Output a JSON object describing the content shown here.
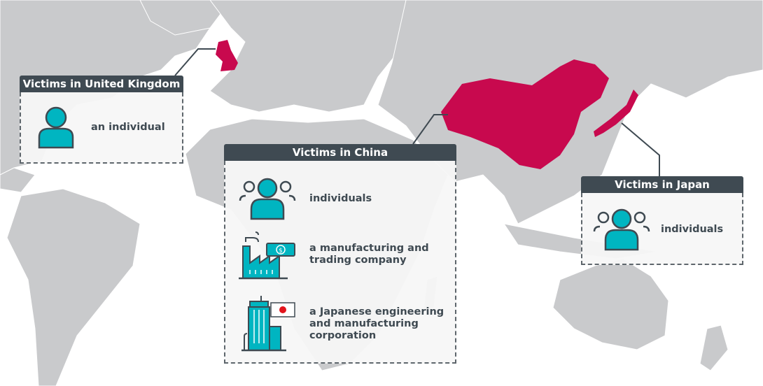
{
  "colors": {
    "land": "#c9cacc",
    "highlight": "#c8094e",
    "accent": "#00b5c1",
    "header": "#3f4a52"
  },
  "highlighted_countries": [
    "United Kingdom",
    "China",
    "Japan"
  ],
  "uk": {
    "title": "Victims in United Kingdom",
    "items": [
      {
        "icon": "person-icon",
        "label": "an individual"
      }
    ]
  },
  "china": {
    "title": "Victims in China",
    "items": [
      {
        "icon": "group-icon",
        "label": "individuals"
      },
      {
        "icon": "factory-money-icon",
        "label": "a manufacturing and trading company"
      },
      {
        "icon": "building-japan-flag-icon",
        "label": "a Japanese engineering and manufacturing corporation"
      }
    ]
  },
  "japan": {
    "title": "Victims in Japan",
    "items": [
      {
        "icon": "group-icon",
        "label": "individuals"
      }
    ]
  }
}
